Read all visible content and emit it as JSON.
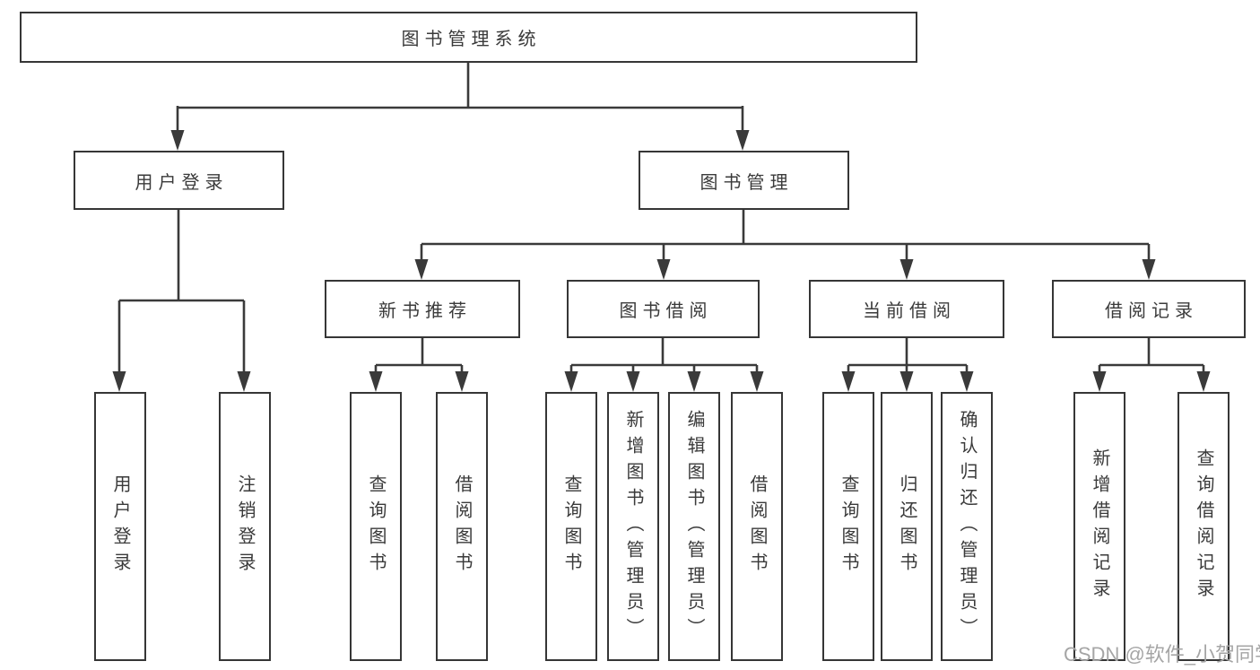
{
  "tree": {
    "root": {
      "label": "图书管理系统",
      "children": [
        {
          "label": "用户登录",
          "children": [
            {
              "label": "用户登录"
            },
            {
              "label": "注销登录"
            }
          ]
        },
        {
          "label": "图书管理",
          "children": [
            {
              "label": "新书推荐",
              "children": [
                {
                  "label": "查询图书"
                },
                {
                  "label": "借阅图书"
                }
              ]
            },
            {
              "label": "图书借阅",
              "children": [
                {
                  "label": "查询图书"
                },
                {
                  "label": "新增图书（管理员）"
                },
                {
                  "label": "编辑图书（管理员）"
                },
                {
                  "label": "借阅图书"
                }
              ]
            },
            {
              "label": "当前借阅",
              "children": [
                {
                  "label": "查询图书"
                },
                {
                  "label": "归还图书"
                },
                {
                  "label": "确认归还（管理员）"
                }
              ]
            },
            {
              "label": "借阅记录",
              "children": [
                {
                  "label": "新增借阅记录"
                },
                {
                  "label": "查询借阅记录"
                }
              ]
            }
          ]
        }
      ]
    }
  },
  "watermark": {
    "text": "CSDN @软件_小贺同学"
  },
  "colors": {
    "line": "#3a3a3a",
    "border": "#363636",
    "text": "#3a3a3a",
    "background": "#ffffff",
    "watermark": "#a5a5a5"
  }
}
